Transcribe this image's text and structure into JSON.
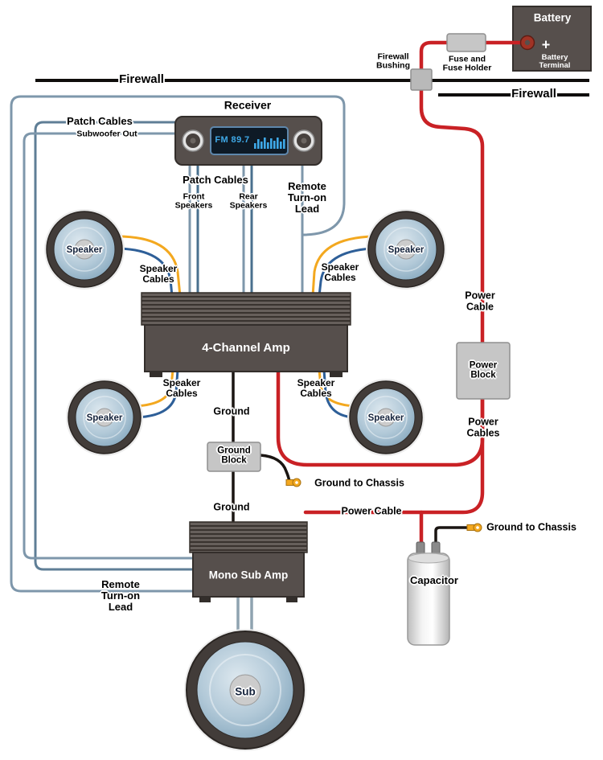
{
  "labels": {
    "firewall_left": "Firewall",
    "firewall_right": "Firewall",
    "firewall_bushing": "Firewall Bushing",
    "fuse_holder": "Fuse and Fuse Holder",
    "battery": {
      "name": "Battery",
      "plus": "+",
      "terminal": "Battery Terminal"
    },
    "receiver": {
      "name": "Receiver",
      "display": "FM 89.7"
    },
    "patch_left": {
      "title": "Patch Cables",
      "subtitle": "Subwoofer Out"
    },
    "patch_mid": {
      "title": "Patch Cables",
      "front": "Front Speakers",
      "rear": "Rear Speakers"
    },
    "remote_top": "Remote Turn-on Lead",
    "remote_bottom": "Remote Turn-on Lead",
    "speaker_front_left": "Speaker",
    "speaker_front_right": "Speaker",
    "speaker_rear_left": "Speaker",
    "speaker_rear_right": "Speaker",
    "cables_front_left": "Speaker Cables",
    "cables_front_right": "Speaker Cables",
    "cables_rear_left": "Speaker Cables",
    "cables_rear_right": "Speaker Cables",
    "amp_4ch": "4-Channel Amp",
    "amp_mono": "Mono Sub Amp",
    "power_cable_main": "Power Cable",
    "power_block": "Power Block",
    "power_cables": "Power Cables",
    "power_cable_bottom": "Power Cable",
    "ground_top": "Ground",
    "ground_block": "Ground Block",
    "ground_bottom": "Ground",
    "ground_chassis_amp": "Ground to Chassis",
    "ground_chassis_cap": "Ground to Chassis",
    "capacitor": "Capacitor",
    "sub": "Sub"
  },
  "colors": {
    "power_cable": "#c92125",
    "patch_cable": "#7e97ab",
    "speaker_wire_yellow": "#f3a81f",
    "speaker_wire_blue": "#2e5f98",
    "ground_wire": "#1a1512",
    "dark_box": "#564f4c",
    "gray_block": "#c6c6c6",
    "display_text": "#3fa9e8"
  }
}
